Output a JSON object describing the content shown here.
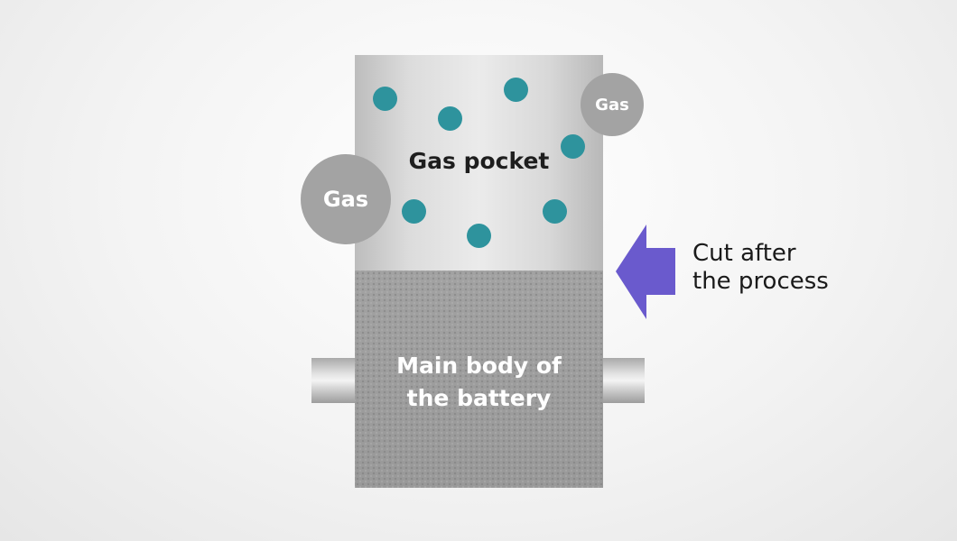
{
  "diagram": {
    "gas_pocket_label": "Gas pocket",
    "gas_label_large": "Gas",
    "gas_label_small": "Gas",
    "main_body_label_line1": "Main body of",
    "main_body_label_line2": "the battery",
    "cut_label_line1": "Cut after",
    "cut_label_line2": "the process",
    "colors": {
      "gas_particle": "#2e939d",
      "gas_bubble": "#a3a3a3",
      "arrow": "#6a5acd",
      "main_body": "#9e9e9e"
    }
  }
}
